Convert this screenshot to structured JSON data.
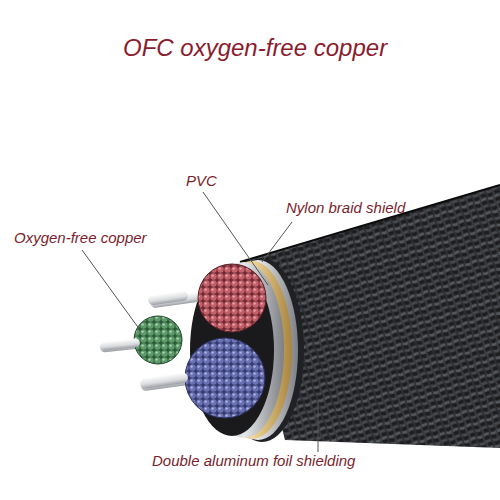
{
  "diagram": {
    "title": "OFC oxygen-free copper",
    "labels": [
      "PVC",
      "Nylon braid shield",
      "Oxygen-free copper",
      "Double aluminum foil shielding"
    ]
  }
}
